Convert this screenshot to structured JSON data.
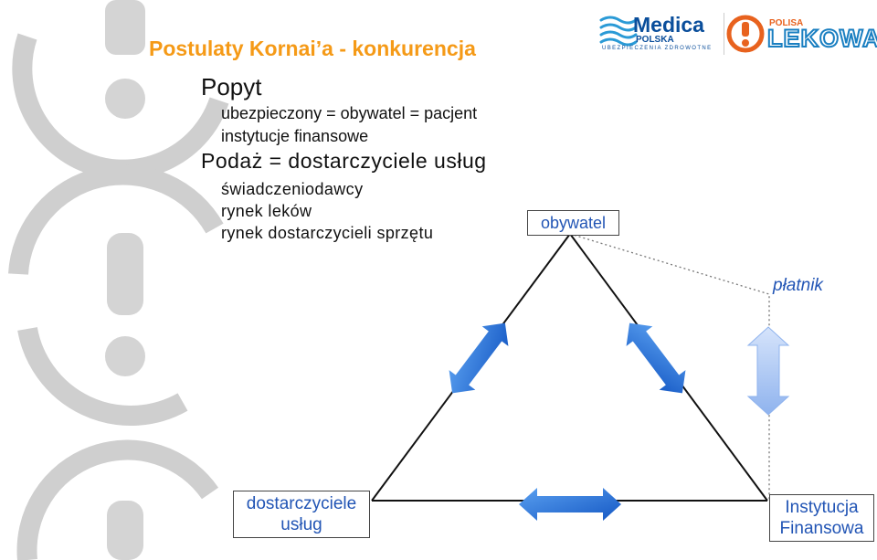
{
  "slide": {
    "title": "Postulaty Kornai’a - konkurencja",
    "heading_popyt": "Popyt",
    "popyt_items": [
      "ubezpieczony = obywatel = pacjent",
      "instytucje finansowe"
    ],
    "heading_podaz": "Podaż = dostarczyciele usług",
    "podaz_items": [
      "świadczeniodawcy",
      "rynek leków",
      "rynek dostarczycieli sprzętu"
    ]
  },
  "diagram": {
    "top_node": "obywatel",
    "left_node_line1": "dostarczyciele",
    "left_node_line2": "usług",
    "right_node_line1": "Instytucja",
    "right_node_line2": "Finansowa",
    "side_label": "płatnik"
  },
  "logos": {
    "medica": "Medica",
    "polska": "POLSKA",
    "ubezpieczenia": "UBEZPIECZENIA ZDROWOTNE",
    "polisa": "POLISA",
    "lekowa": "LEKOWA"
  },
  "colors": {
    "title": "#f59a17",
    "node_text": "#2255b5",
    "arrow_blue": "#1f6fd9",
    "arrow_light": "#a9c6f5"
  }
}
